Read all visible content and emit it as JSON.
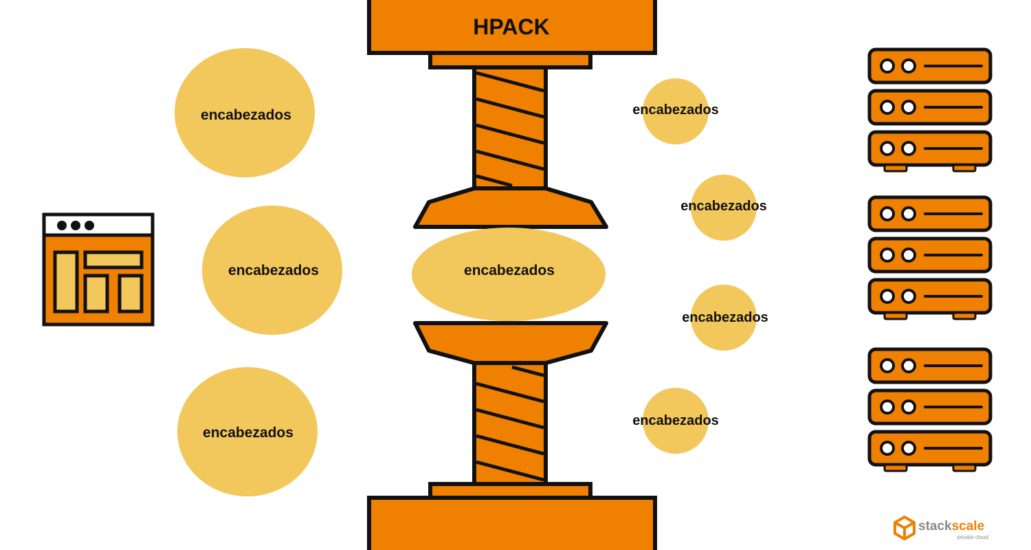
{
  "diagram": {
    "press_label": "HPACK",
    "header_label": "encabezados",
    "input_header_labels": [
      "encabezados",
      "encabezados",
      "encabezados"
    ],
    "compressed_header_label": "encabezados",
    "output_header_labels": [
      "encabezados",
      "encabezados",
      "encabezados",
      "encabezados"
    ]
  },
  "icons": {
    "client": "browser-window-icon",
    "servers": "server-rack-icon",
    "press": "press-screw-icon"
  },
  "brand": {
    "name_part1": "stack",
    "name_part2": "scale",
    "tagline": "private cloud"
  },
  "colors": {
    "orange": "#F08000",
    "yellow": "#F2C75C",
    "light_yellow": "#F2C75C",
    "outline": "#111111",
    "brand_gray": "#8a8a8a"
  }
}
